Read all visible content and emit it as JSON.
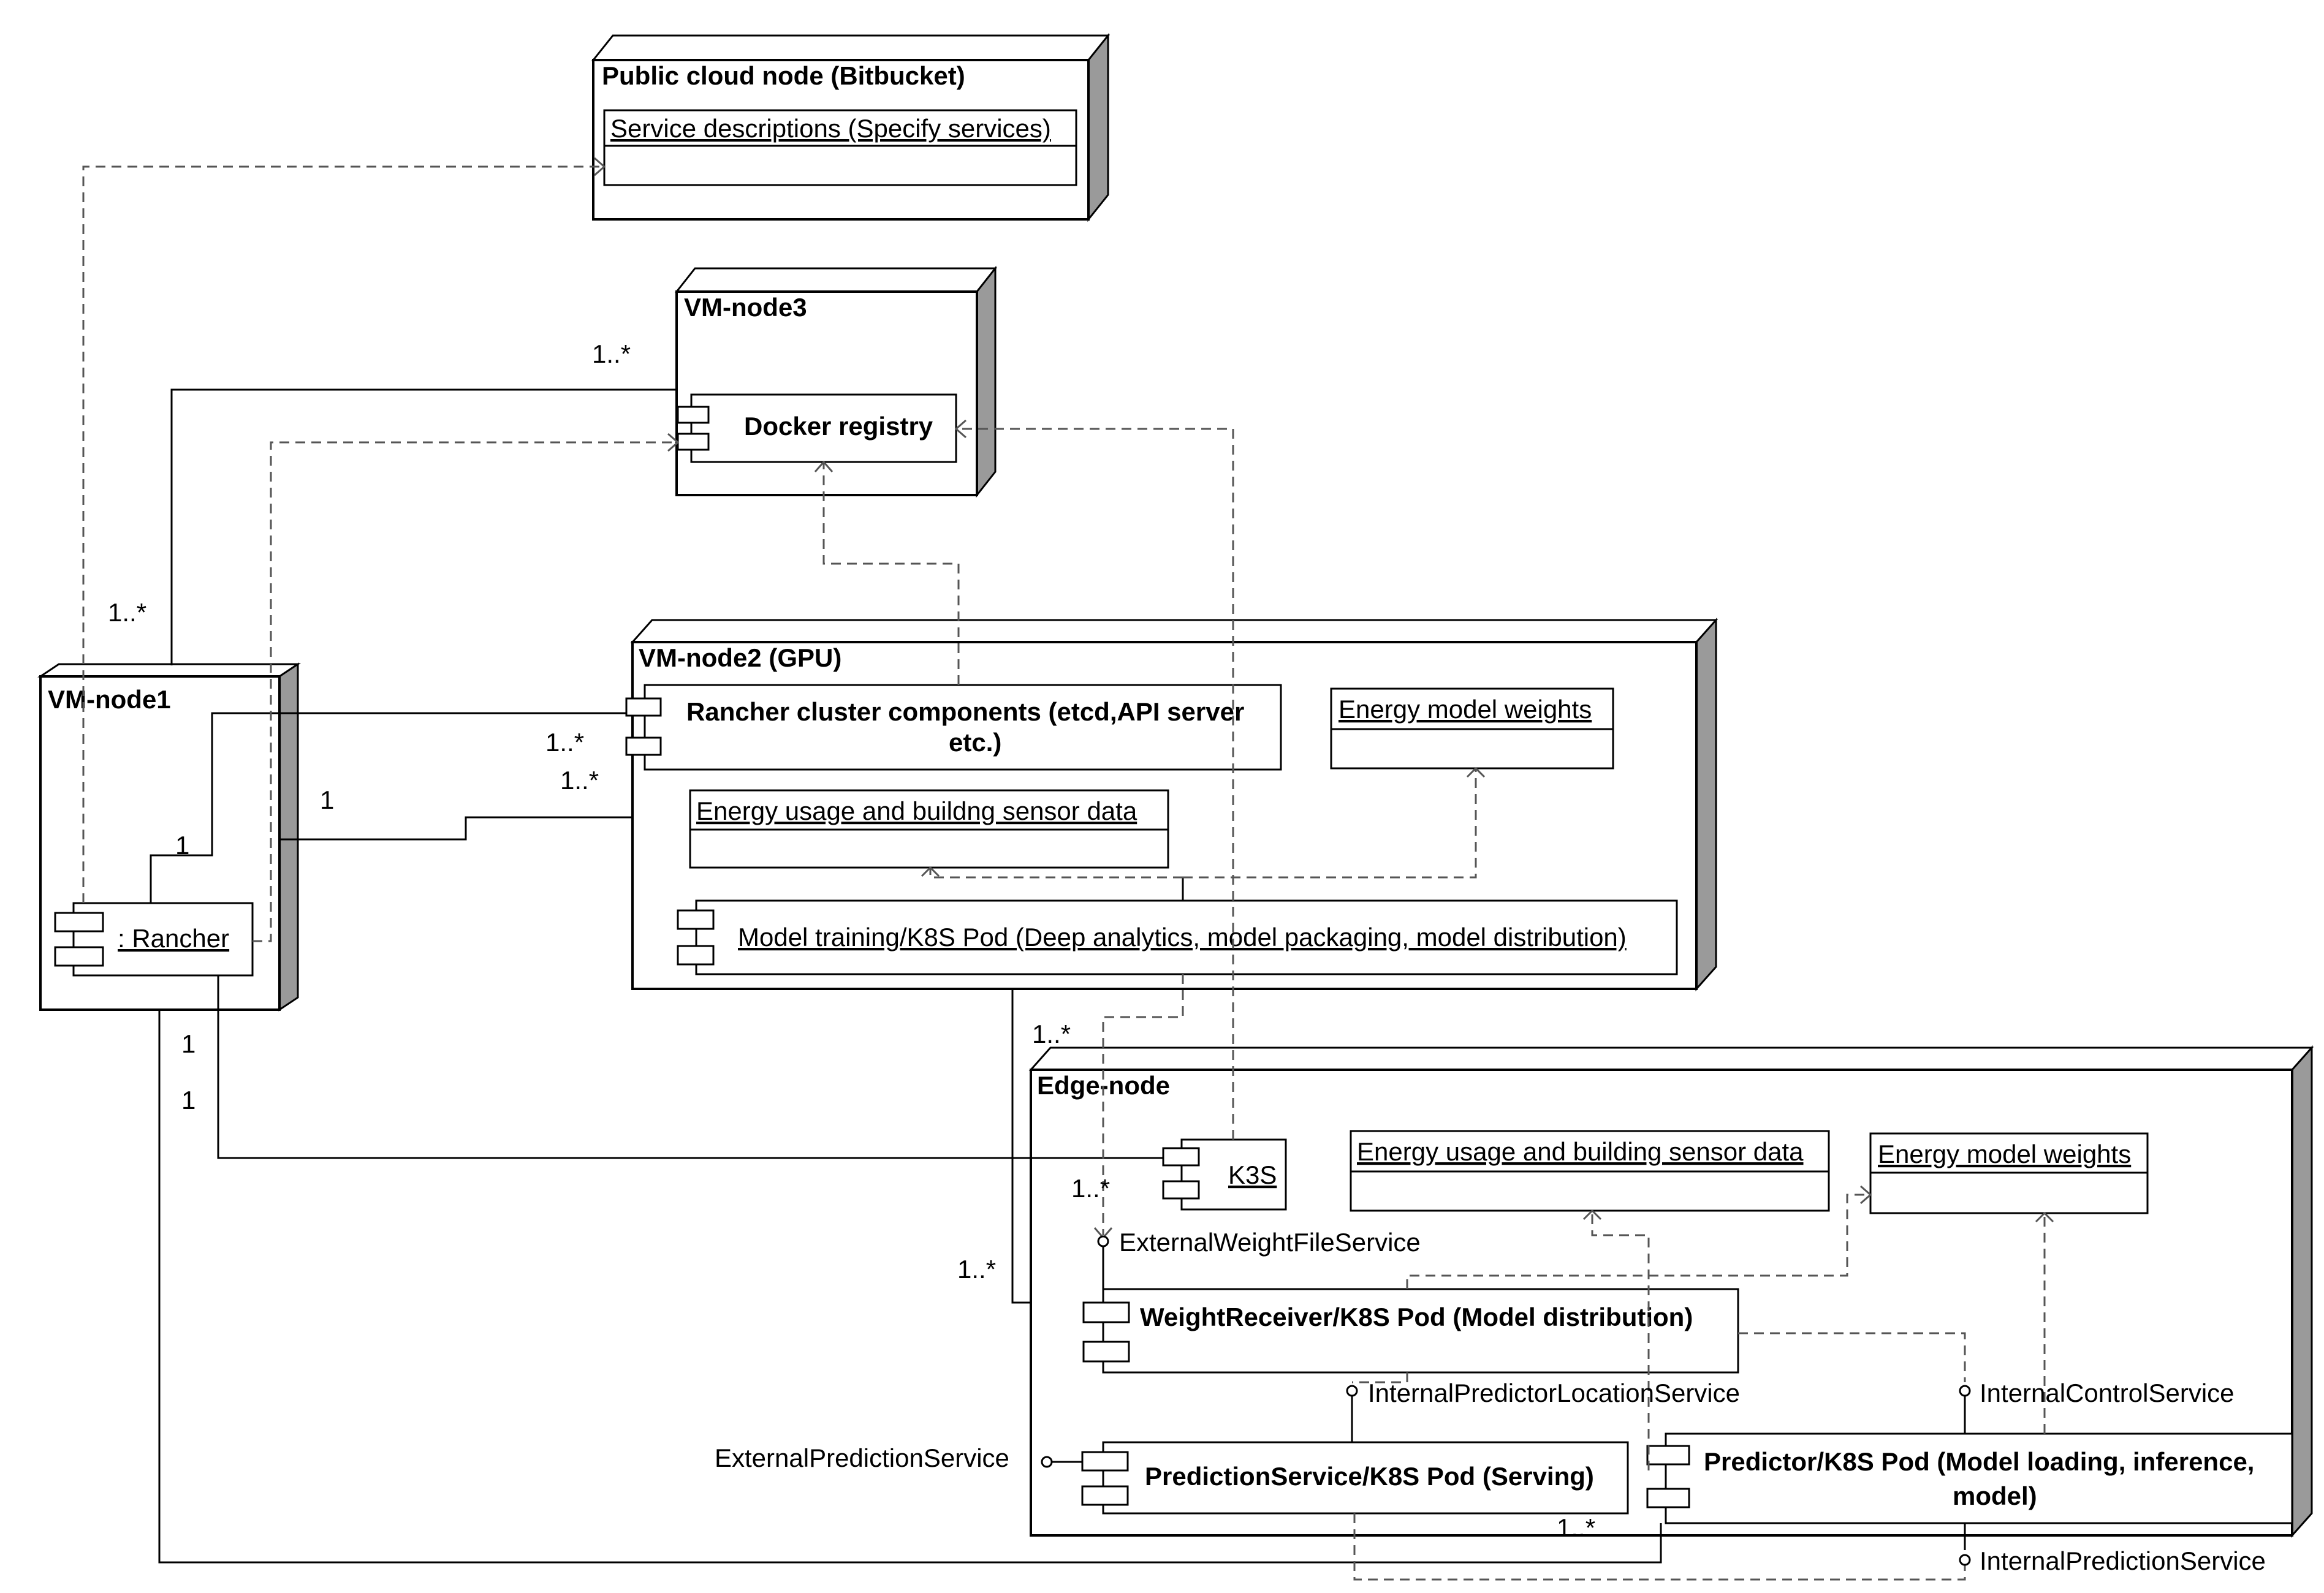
{
  "nodes": {
    "public_cloud": {
      "title": "Public cloud node (Bitbucket)",
      "artifact": "Service descriptions (Specify services)"
    },
    "vm3": {
      "title": "VM-node3",
      "component": "Docker registry"
    },
    "vm2": {
      "title": "VM-node2 (GPU)",
      "rancher_components_line1": "Rancher cluster components (etcd,API server",
      "rancher_components_line2": "etc.)",
      "energy_weights": "Energy model weights",
      "energy_usage": "Energy usage and buildng sensor data",
      "model_training": "Model training/K8S Pod (Deep analytics, model packaging, model distribution)"
    },
    "vm1": {
      "title": "VM-node1",
      "component": ": Rancher"
    },
    "edge": {
      "title": "Edge-node",
      "k3s": "K3S",
      "energy_usage": "Energy usage and building sensor data",
      "energy_weights": "Energy model weights",
      "weight_receiver": "WeightReceiver/K8S Pod (Model distribution)",
      "prediction_service": "PredictionService/K8S Pod (Serving)",
      "predictor_line1": "Predictor/K8S Pod (Model loading, inference,",
      "predictor_line2": "model)"
    }
  },
  "interfaces": {
    "external_weight": "ExternalWeightFileService",
    "internal_predictor_location": "InternalPredictorLocationService",
    "internal_control": "InternalControlService",
    "external_prediction": "ExternalPredictionService",
    "internal_prediction": "InternalPredictionService"
  },
  "multiplicities": {
    "m_vm3_top": "1..*",
    "m_vm1_top": "1..*",
    "m_rancher_comp_a": "1..*",
    "m_rancher_comp_b": "1..*",
    "m_one_a": "1",
    "m_one_b": "1",
    "m_vm1_bottom_a": "1",
    "m_vm1_bottom_b": "1",
    "m_vm2_bottom": "1..*",
    "m_edge_k3s": "1..*",
    "m_edge_left": "1..*",
    "m_edge_bottom": "1..*"
  }
}
